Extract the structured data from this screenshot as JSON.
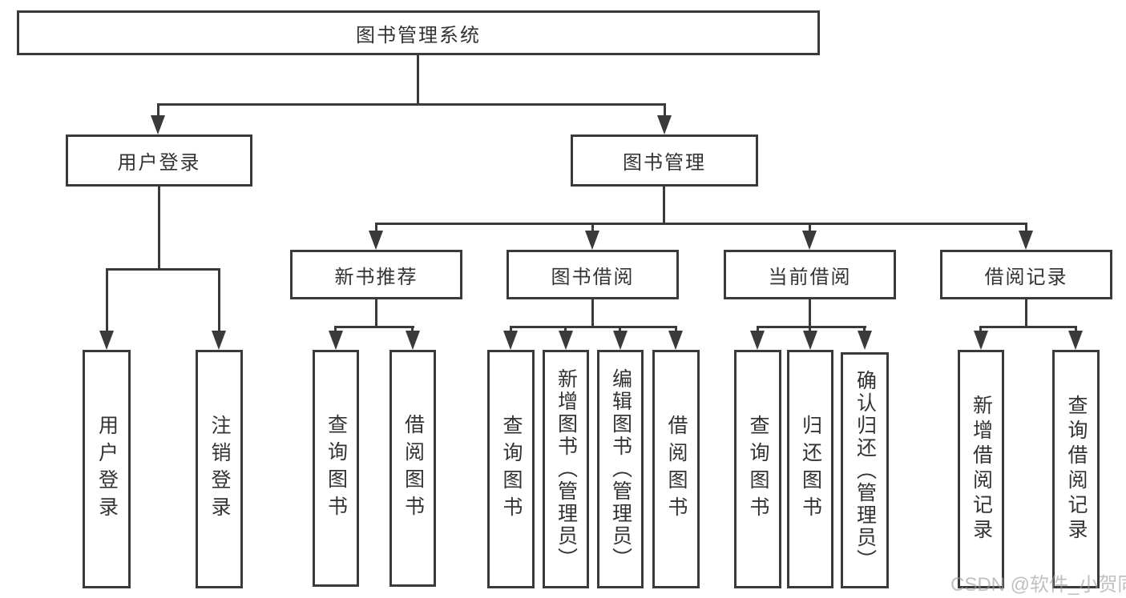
{
  "root": {
    "label": "图书管理系统"
  },
  "level2": {
    "user_login": "用户登录",
    "book_mgmt": "图书管理"
  },
  "level3": {
    "new_books": "新书推荐",
    "book_borrow": "图书借阅",
    "current_borrow": "当前借阅",
    "borrow_records": "借阅记录"
  },
  "leaves": {
    "user_login": [
      "用户登录",
      "注销登录"
    ],
    "new_books": [
      "查询图书",
      "借阅图书"
    ],
    "book_borrow": [
      "查询图书",
      "新增图书（管理员）",
      "编辑图书（管理员）",
      "借阅图书"
    ],
    "current_borrow": [
      "查询图书",
      "归还图书",
      "确认归还（管理员）"
    ],
    "borrow_records": [
      "新增借阅记录",
      "查询借阅记录"
    ]
  },
  "watermark": "CSDN @软件_小贺同学",
  "colors": {
    "line": "#3a3a3a",
    "text": "#333333",
    "bg": "#ffffff",
    "watermark": "#9a9a9a"
  }
}
